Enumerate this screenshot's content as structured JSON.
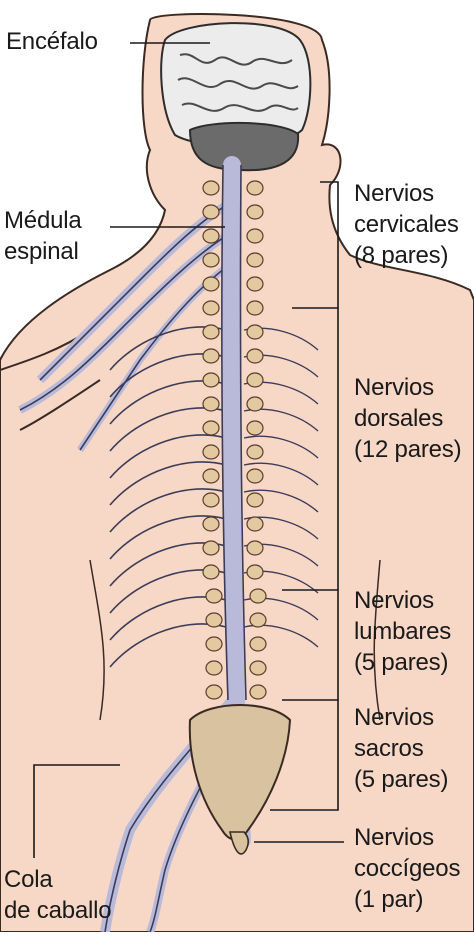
{
  "labels": {
    "encefalo": "Encéfalo",
    "medula": [
      "Médula",
      "espinal"
    ],
    "cervicales": [
      "Nervios",
      "cervicales",
      "(8 pares)"
    ],
    "dorsales": [
      "Nervios",
      "dorsales",
      "(12 pares)"
    ],
    "lumbares": [
      "Nervios",
      "lumbares",
      "(5 pares)"
    ],
    "sacros": [
      "Nervios",
      "sacros",
      "(5 pares)"
    ],
    "coccigeos": [
      "Nervios",
      "coccígeos",
      "(1 par)"
    ],
    "cola": [
      "Cola",
      "de caballo"
    ]
  },
  "colors": {
    "skin": "#f7d7c6",
    "skin_outline": "#3a2a22",
    "nerve": "#b9b9d9",
    "nerve_outline": "#3c3c58",
    "brain": "#ececec",
    "cerebellum": "#6b6b6b",
    "vertebra": "#e3c9a0",
    "sacrum": "#d9c2a0",
    "line": "#1a1a1a"
  }
}
